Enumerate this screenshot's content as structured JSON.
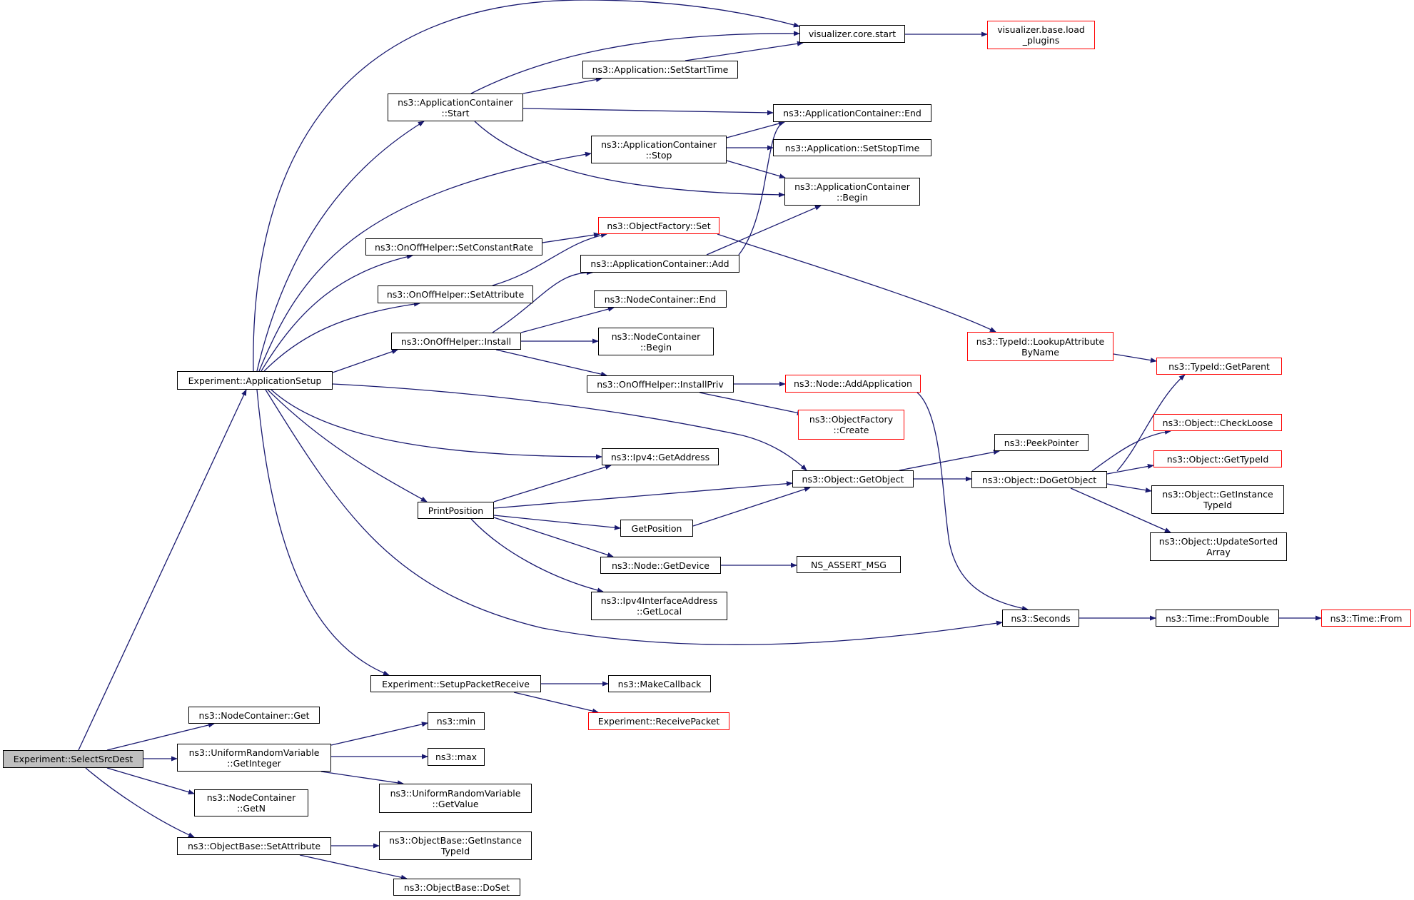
{
  "colors": {
    "edge": "#191970",
    "border": "#000000",
    "truncated_border": "#ff0000",
    "root_fill": "#bfbfbf",
    "background": "#ffffff"
  },
  "nodes": {
    "n1": {
      "label": "Experiment::SelectSrcDest",
      "truncated": false,
      "root": true
    },
    "n2": {
      "label": "Experiment::ApplicationSetup",
      "truncated": false
    },
    "n3": {
      "label": "ns3::NodeContainer::Get",
      "truncated": false
    },
    "n4": {
      "label": "ns3::UniformRandomVariable\n::GetInteger",
      "truncated": false
    },
    "n5": {
      "label": "ns3::NodeContainer\n::GetN",
      "truncated": false
    },
    "n6": {
      "label": "ns3::ObjectBase::SetAttribute",
      "truncated": false
    },
    "n7": {
      "label": "visualizer.core.start",
      "truncated": false
    },
    "n8": {
      "label": "visualizer.base.load\n_plugins",
      "truncated": true
    },
    "n9": {
      "label": "ns3::ApplicationContainer\n::Start",
      "truncated": false
    },
    "n10": {
      "label": "ns3::Application::SetStartTime",
      "truncated": false
    },
    "n11": {
      "label": "ns3::ApplicationContainer::End",
      "truncated": false
    },
    "n12": {
      "label": "ns3::ApplicationContainer\n::Stop",
      "truncated": false
    },
    "n13": {
      "label": "ns3::Application::SetStopTime",
      "truncated": false
    },
    "n14": {
      "label": "ns3::ApplicationContainer\n::Begin",
      "truncated": false
    },
    "n15": {
      "label": "ns3::OnOffHelper::SetConstantRate",
      "truncated": false
    },
    "n16": {
      "label": "ns3::ObjectFactory::Set",
      "truncated": true
    },
    "n17": {
      "label": "ns3::ApplicationContainer::Add",
      "truncated": false
    },
    "n18": {
      "label": "ns3::OnOffHelper::SetAttribute",
      "truncated": false
    },
    "n19": {
      "label": "ns3::NodeContainer::End",
      "truncated": false
    },
    "n20": {
      "label": "ns3::OnOffHelper::Install",
      "truncated": false
    },
    "n21": {
      "label": "ns3::NodeContainer\n::Begin",
      "truncated": false
    },
    "n22": {
      "label": "ns3::TypeId::LookupAttribute\nByName",
      "truncated": true
    },
    "n23": {
      "label": "ns3::TypeId::GetParent",
      "truncated": true
    },
    "n24": {
      "label": "ns3::OnOffHelper::InstallPriv",
      "truncated": false
    },
    "n25": {
      "label": "ns3::Node::AddApplication",
      "truncated": true
    },
    "n26": {
      "label": "ns3::ObjectFactory\n::Create",
      "truncated": true
    },
    "n27": {
      "label": "ns3::PeekPointer",
      "truncated": false
    },
    "n28": {
      "label": "ns3::Object::CheckLoose",
      "truncated": true
    },
    "n29": {
      "label": "ns3::Ipv4::GetAddress",
      "truncated": false
    },
    "n30": {
      "label": "ns3::Object::GetObject",
      "truncated": false
    },
    "n31": {
      "label": "ns3::Object::DoGetObject",
      "truncated": false
    },
    "n32": {
      "label": "ns3::Object::GetTypeId",
      "truncated": true
    },
    "n33": {
      "label": "PrintPosition",
      "truncated": false
    },
    "n34": {
      "label": "ns3::Object::GetInstance\nTypeId",
      "truncated": false
    },
    "n35": {
      "label": "GetPosition",
      "truncated": false
    },
    "n36": {
      "label": "ns3::Object::UpdateSorted\nArray",
      "truncated": false
    },
    "n37": {
      "label": "ns3::Node::GetDevice",
      "truncated": false
    },
    "n38": {
      "label": "NS_ASSERT_MSG",
      "truncated": false
    },
    "n39": {
      "label": "ns3::Ipv4InterfaceAddress\n::GetLocal",
      "truncated": false
    },
    "n40": {
      "label": "ns3::Seconds",
      "truncated": false
    },
    "n41": {
      "label": "ns3::Time::FromDouble",
      "truncated": false
    },
    "n42": {
      "label": "ns3::Time::From",
      "truncated": true
    },
    "n43": {
      "label": "Experiment::SetupPacketReceive",
      "truncated": false
    },
    "n44": {
      "label": "ns3::MakeCallback",
      "truncated": false
    },
    "n45": {
      "label": "Experiment::ReceivePacket",
      "truncated": true
    },
    "n46": {
      "label": "ns3::min",
      "truncated": false
    },
    "n47": {
      "label": "ns3::max",
      "truncated": false
    },
    "n48": {
      "label": "ns3::UniformRandomVariable\n::GetValue",
      "truncated": false
    },
    "n49": {
      "label": "ns3::ObjectBase::GetInstance\nTypeId",
      "truncated": false
    },
    "n50": {
      "label": "ns3::ObjectBase::DoSet",
      "truncated": false
    }
  },
  "edges": [
    [
      "n1",
      "n2"
    ],
    [
      "n1",
      "n3"
    ],
    [
      "n1",
      "n4"
    ],
    [
      "n1",
      "n5"
    ],
    [
      "n1",
      "n6"
    ],
    [
      "n2",
      "n7"
    ],
    [
      "n2",
      "n9"
    ],
    [
      "n2",
      "n12"
    ],
    [
      "n2",
      "n15"
    ],
    [
      "n2",
      "n18"
    ],
    [
      "n2",
      "n20"
    ],
    [
      "n2",
      "n30"
    ],
    [
      "n2",
      "n29"
    ],
    [
      "n2",
      "n33"
    ],
    [
      "n2",
      "n40"
    ],
    [
      "n2",
      "n43"
    ],
    [
      "n9",
      "n7"
    ],
    [
      "n9",
      "n10"
    ],
    [
      "n9",
      "n11"
    ],
    [
      "n9",
      "n14"
    ],
    [
      "n10",
      "n7"
    ],
    [
      "n7",
      "n8"
    ],
    [
      "n12",
      "n11"
    ],
    [
      "n12",
      "n13"
    ],
    [
      "n12",
      "n14"
    ],
    [
      "n15",
      "n16"
    ],
    [
      "n18",
      "n16"
    ],
    [
      "n16",
      "n22"
    ],
    [
      "n22",
      "n23"
    ],
    [
      "n20",
      "n17"
    ],
    [
      "n20",
      "n19"
    ],
    [
      "n20",
      "n21"
    ],
    [
      "n20",
      "n24"
    ],
    [
      "n17",
      "n11"
    ],
    [
      "n17",
      "n14"
    ],
    [
      "n24",
      "n25"
    ],
    [
      "n24",
      "n26"
    ],
    [
      "n25",
      "n40"
    ],
    [
      "n33",
      "n29"
    ],
    [
      "n33",
      "n30"
    ],
    [
      "n33",
      "n35"
    ],
    [
      "n33",
      "n37"
    ],
    [
      "n33",
      "n39"
    ],
    [
      "n35",
      "n30"
    ],
    [
      "n37",
      "n38"
    ],
    [
      "n30",
      "n27"
    ],
    [
      "n30",
      "n31"
    ],
    [
      "n31",
      "n23"
    ],
    [
      "n31",
      "n28"
    ],
    [
      "n31",
      "n32"
    ],
    [
      "n31",
      "n34"
    ],
    [
      "n31",
      "n36"
    ],
    [
      "n40",
      "n41"
    ],
    [
      "n41",
      "n42"
    ],
    [
      "n43",
      "n44"
    ],
    [
      "n43",
      "n45"
    ],
    [
      "n4",
      "n46"
    ],
    [
      "n4",
      "n47"
    ],
    [
      "n4",
      "n48"
    ],
    [
      "n6",
      "n49"
    ],
    [
      "n6",
      "n50"
    ]
  ]
}
